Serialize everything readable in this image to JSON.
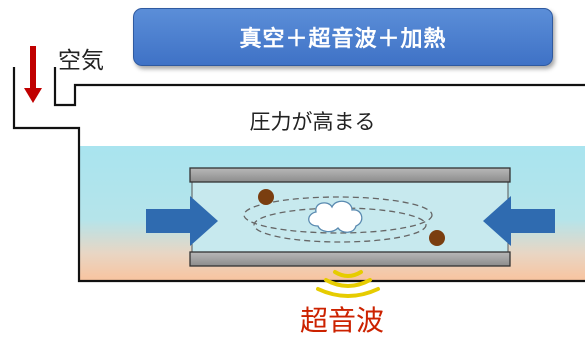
{
  "title": "真空＋超音波＋加熱",
  "air_label": "空気",
  "pressure_label": "圧力が高まる",
  "ultrasonic_label": "超音波",
  "colors": {
    "title_bg": "#4a7fd0",
    "water_top": "#a8e3ee",
    "water_bottom": "#f7c7a6",
    "arrow_blue": "#2f6bb0",
    "air_arrow": "#c00000",
    "plate": "#9a9a9a",
    "particle": "#7a3e10",
    "wave": "#e8d000",
    "ultrasonic_text": "#cc2200"
  },
  "icons": [
    "down-arrow-icon",
    "right-arrow-icon",
    "left-arrow-icon",
    "cloud-icon",
    "ultrasonic-wave-icon"
  ]
}
